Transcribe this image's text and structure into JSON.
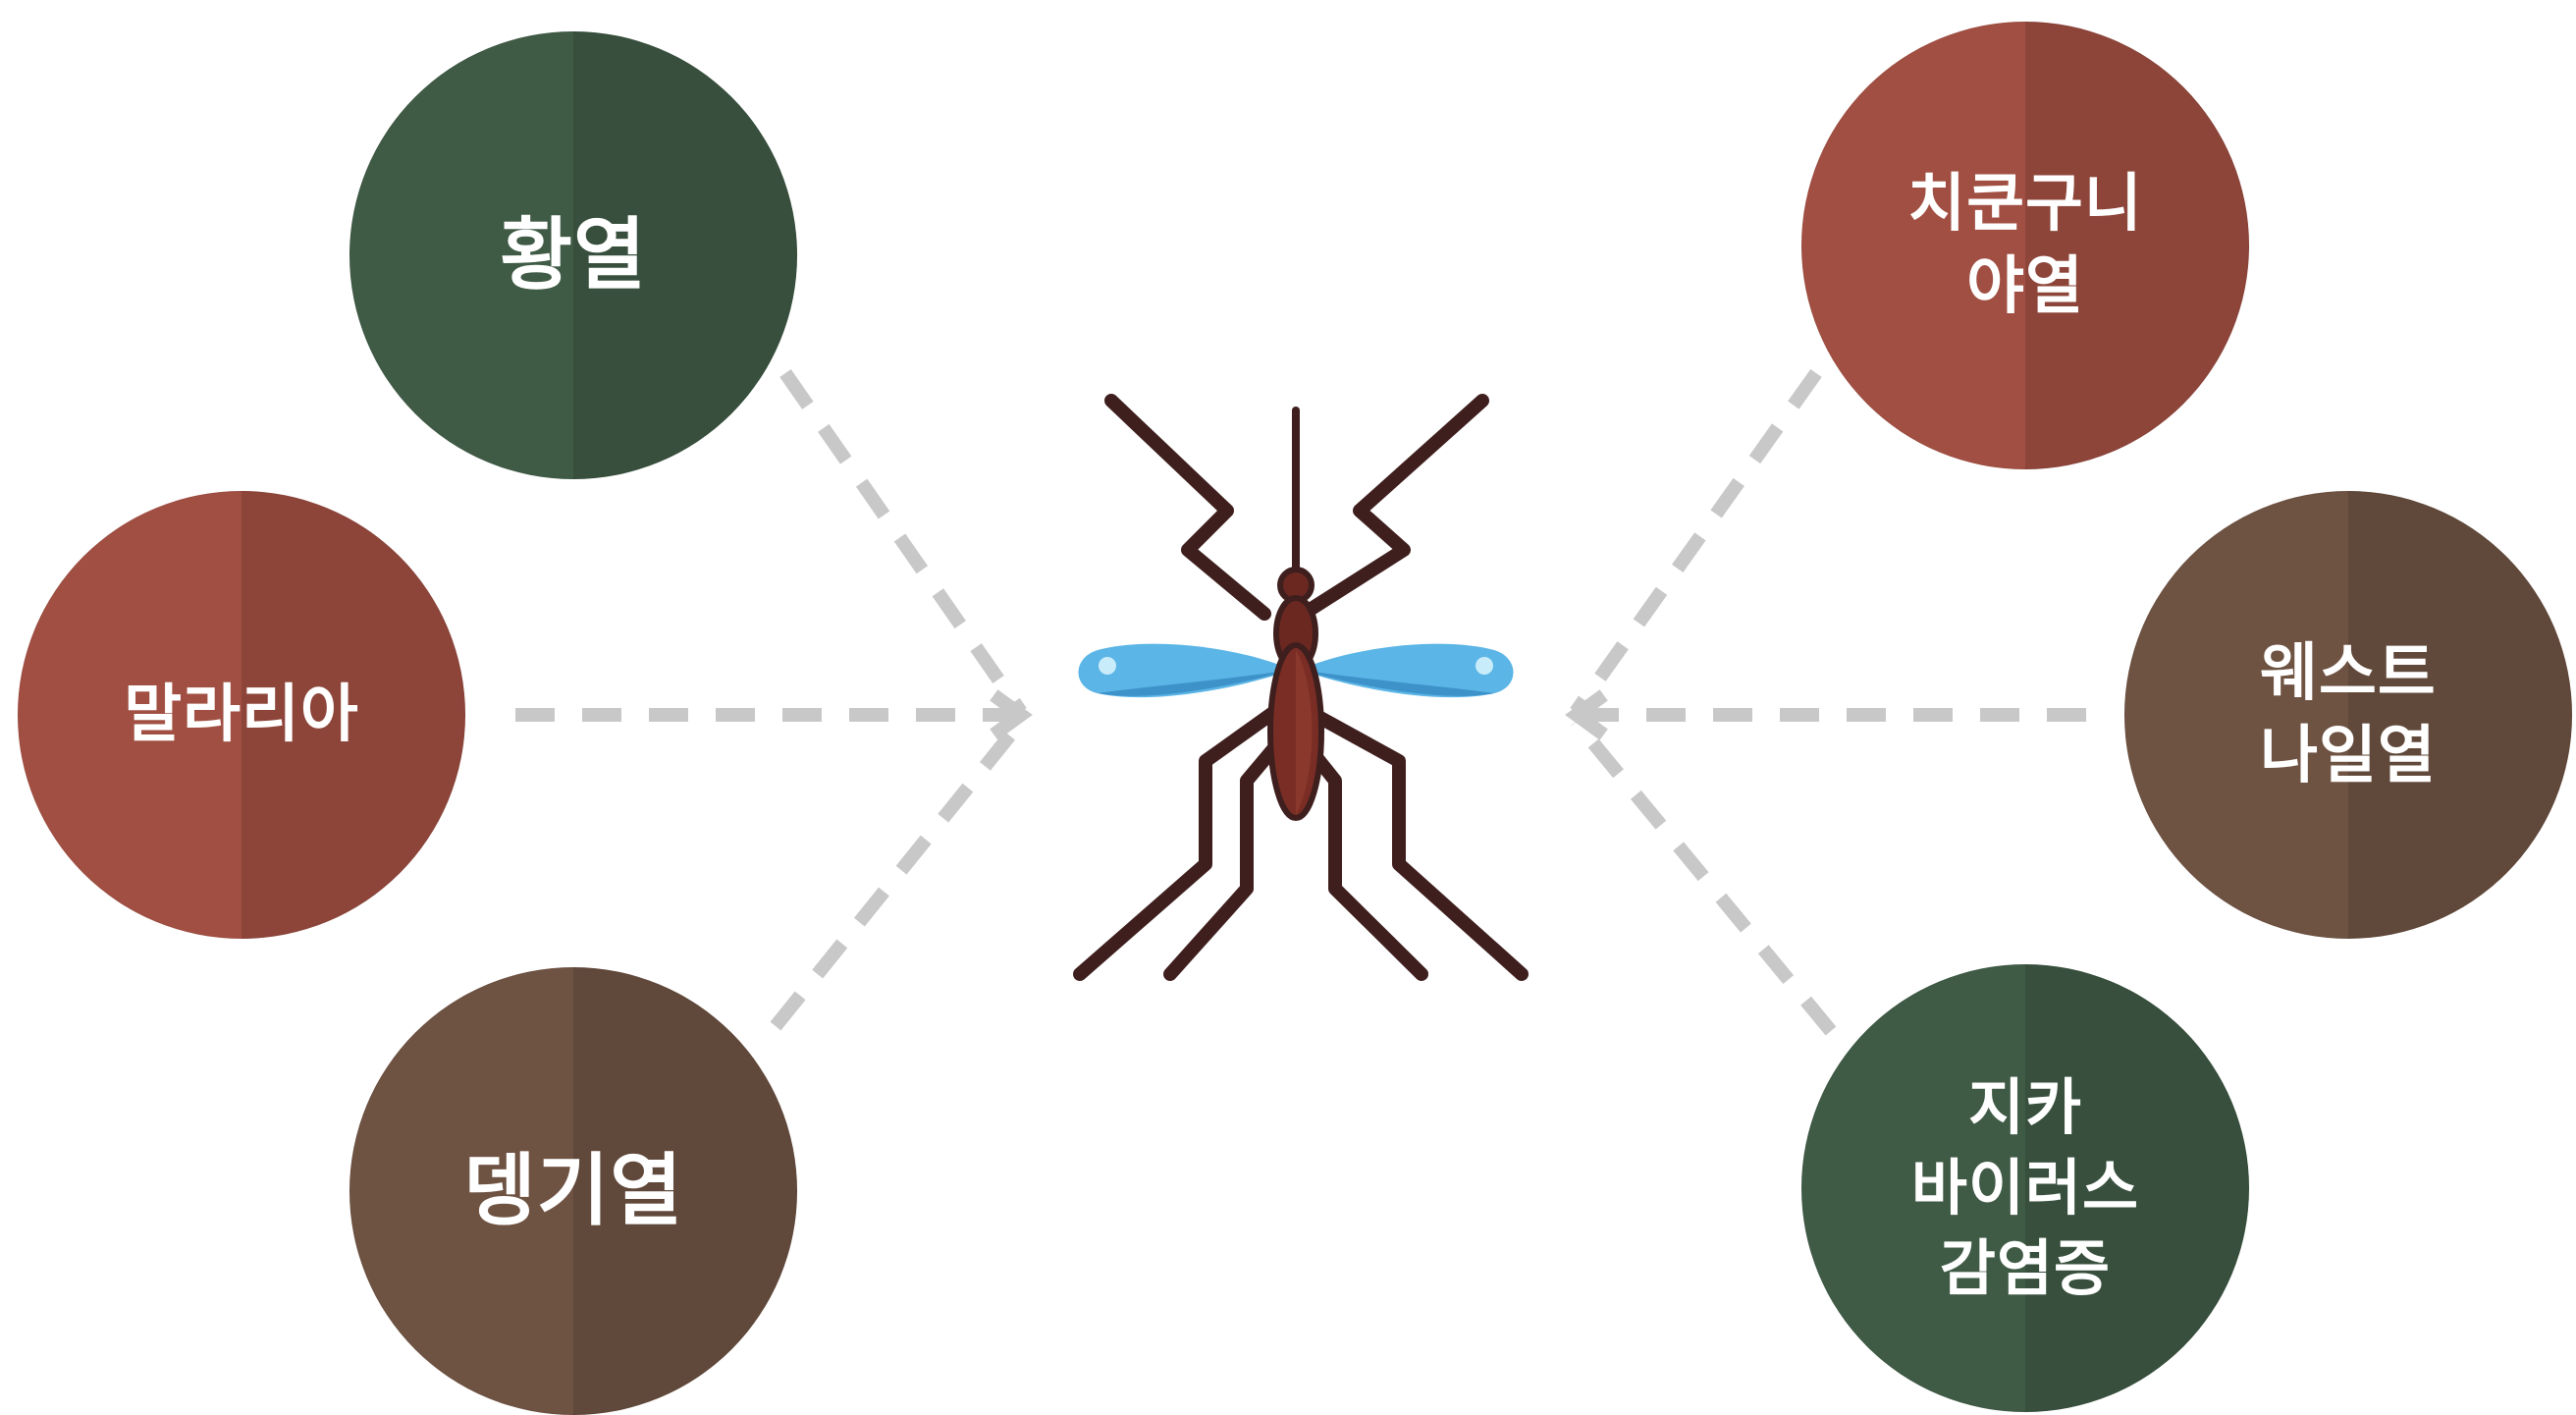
{
  "diagram": {
    "colors": {
      "green": "#3f5a45",
      "red": "#a14f42",
      "brown": "#6e5242",
      "connector": "#c8c8c8",
      "mosquito_body": "#6b2820",
      "mosquito_outline": "#3e1f1e",
      "wing": "#5bb5e6"
    },
    "center_icon": "mosquito-icon",
    "diseases_left": [
      {
        "id": "yellow-fever",
        "label": "황열",
        "color": "green"
      },
      {
        "id": "malaria",
        "label": "말라리아",
        "color": "red"
      },
      {
        "id": "dengue",
        "label": "뎅기열",
        "color": "brown"
      }
    ],
    "diseases_right": [
      {
        "id": "chikungunya",
        "label": "치쿤구니\n야열",
        "color": "red"
      },
      {
        "id": "west-nile",
        "label": "웨스트\n나일열",
        "color": "brown"
      },
      {
        "id": "zika",
        "label": "지카\n바이러스\n감염증",
        "color": "green"
      }
    ]
  }
}
